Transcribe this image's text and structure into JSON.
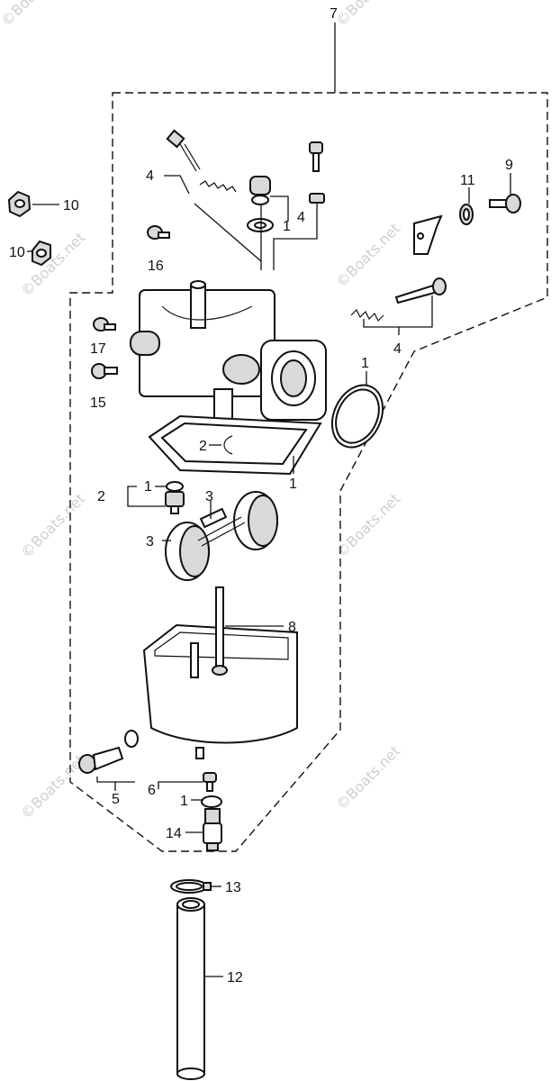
{
  "diagram": {
    "callouts": [
      "1",
      "2",
      "3",
      "4",
      "5",
      "6",
      "7",
      "8",
      "9",
      "10",
      "11",
      "12",
      "13",
      "14",
      "15",
      "16",
      "17"
    ],
    "watermark": "©Boats.net"
  },
  "icons": [
    "carburetor-body-icon",
    "float-bowl-icon",
    "float-icon",
    "fuel-tube-icon",
    "hose-clip-icon",
    "gasket-icon",
    "needle-valve-icon",
    "screw-icon",
    "nut-icon",
    "spring-icon"
  ]
}
